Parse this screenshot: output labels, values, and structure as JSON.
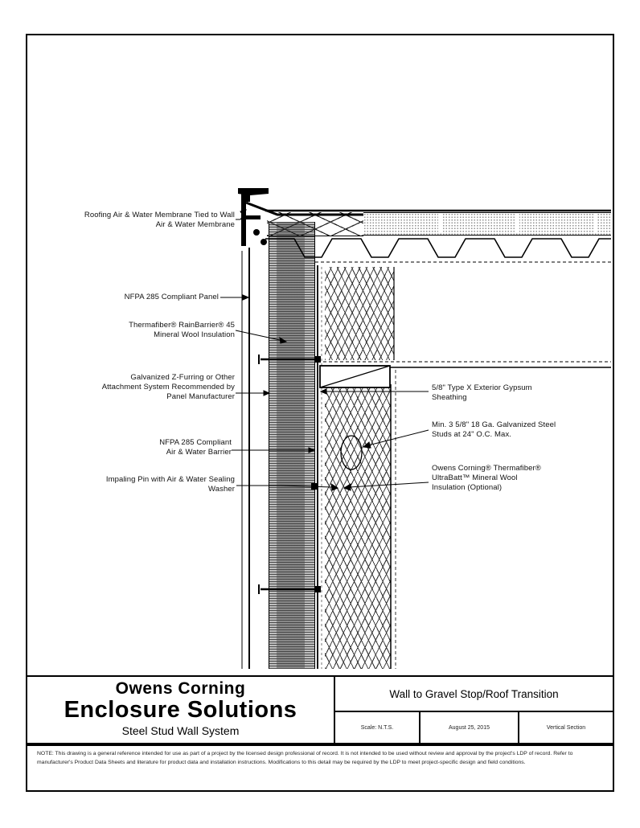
{
  "colors": {
    "ink": "#000000",
    "paper": "#ffffff",
    "hatch_gray": "#8f8f8f"
  },
  "callouts": {
    "left": [
      {
        "lines": [
          "Roofing Air & Water Membrane Tied to Wall",
          "Air & Water Membrane"
        ]
      },
      {
        "lines": [
          "NFPA 285 Compliant Panel"
        ]
      },
      {
        "lines": [
          "Thermafiber® RainBarrier® 45",
          "Mineral Wool Insulation"
        ]
      },
      {
        "lines": [
          "Galvanized Z-Furring or Other",
          "Attachment System Recommended by",
          "Panel Manufacturer"
        ]
      },
      {
        "lines": [
          "NFPA 285 Compliant",
          "Air & Water Barrier"
        ]
      },
      {
        "lines": [
          "Impaling Pin with Air & Water Sealing",
          "Washer"
        ]
      }
    ],
    "right": [
      {
        "lines": [
          "5/8\" Type X Exterior Gypsum",
          "Sheathing"
        ]
      },
      {
        "lines": [
          "Min. 3 5/8\" 18 Ga. Galvanized Steel",
          "Studs at 24\" O.C. Max."
        ]
      },
      {
        "lines": [
          "Owens Corning® Thermafiber®",
          "UltraBatt™ Mineral Wool",
          "Insulation (Optional)"
        ]
      }
    ]
  },
  "title_block": {
    "brand_line1": "Owens Corning",
    "brand_line2": "Enclosure Solutions",
    "brand_line3": "Steel Stud Wall System",
    "drawing_title": "Wall to Gravel Stop/Roof Transition",
    "scale": "Scale: N.T.S.",
    "date": "August 25, 2015",
    "sheet": "Vertical Section"
  },
  "note": "NOTE: This drawing is a general reference intended for use as part of a project by the licensed design professional of record. It is not intended to be used without review and approval by the project's LDP of record. Refer to manufacturer's Product Data Sheets and literature for product data and installation instructions. Modifications to this detail may be required by the LDP to meet project-specific design and field conditions."
}
